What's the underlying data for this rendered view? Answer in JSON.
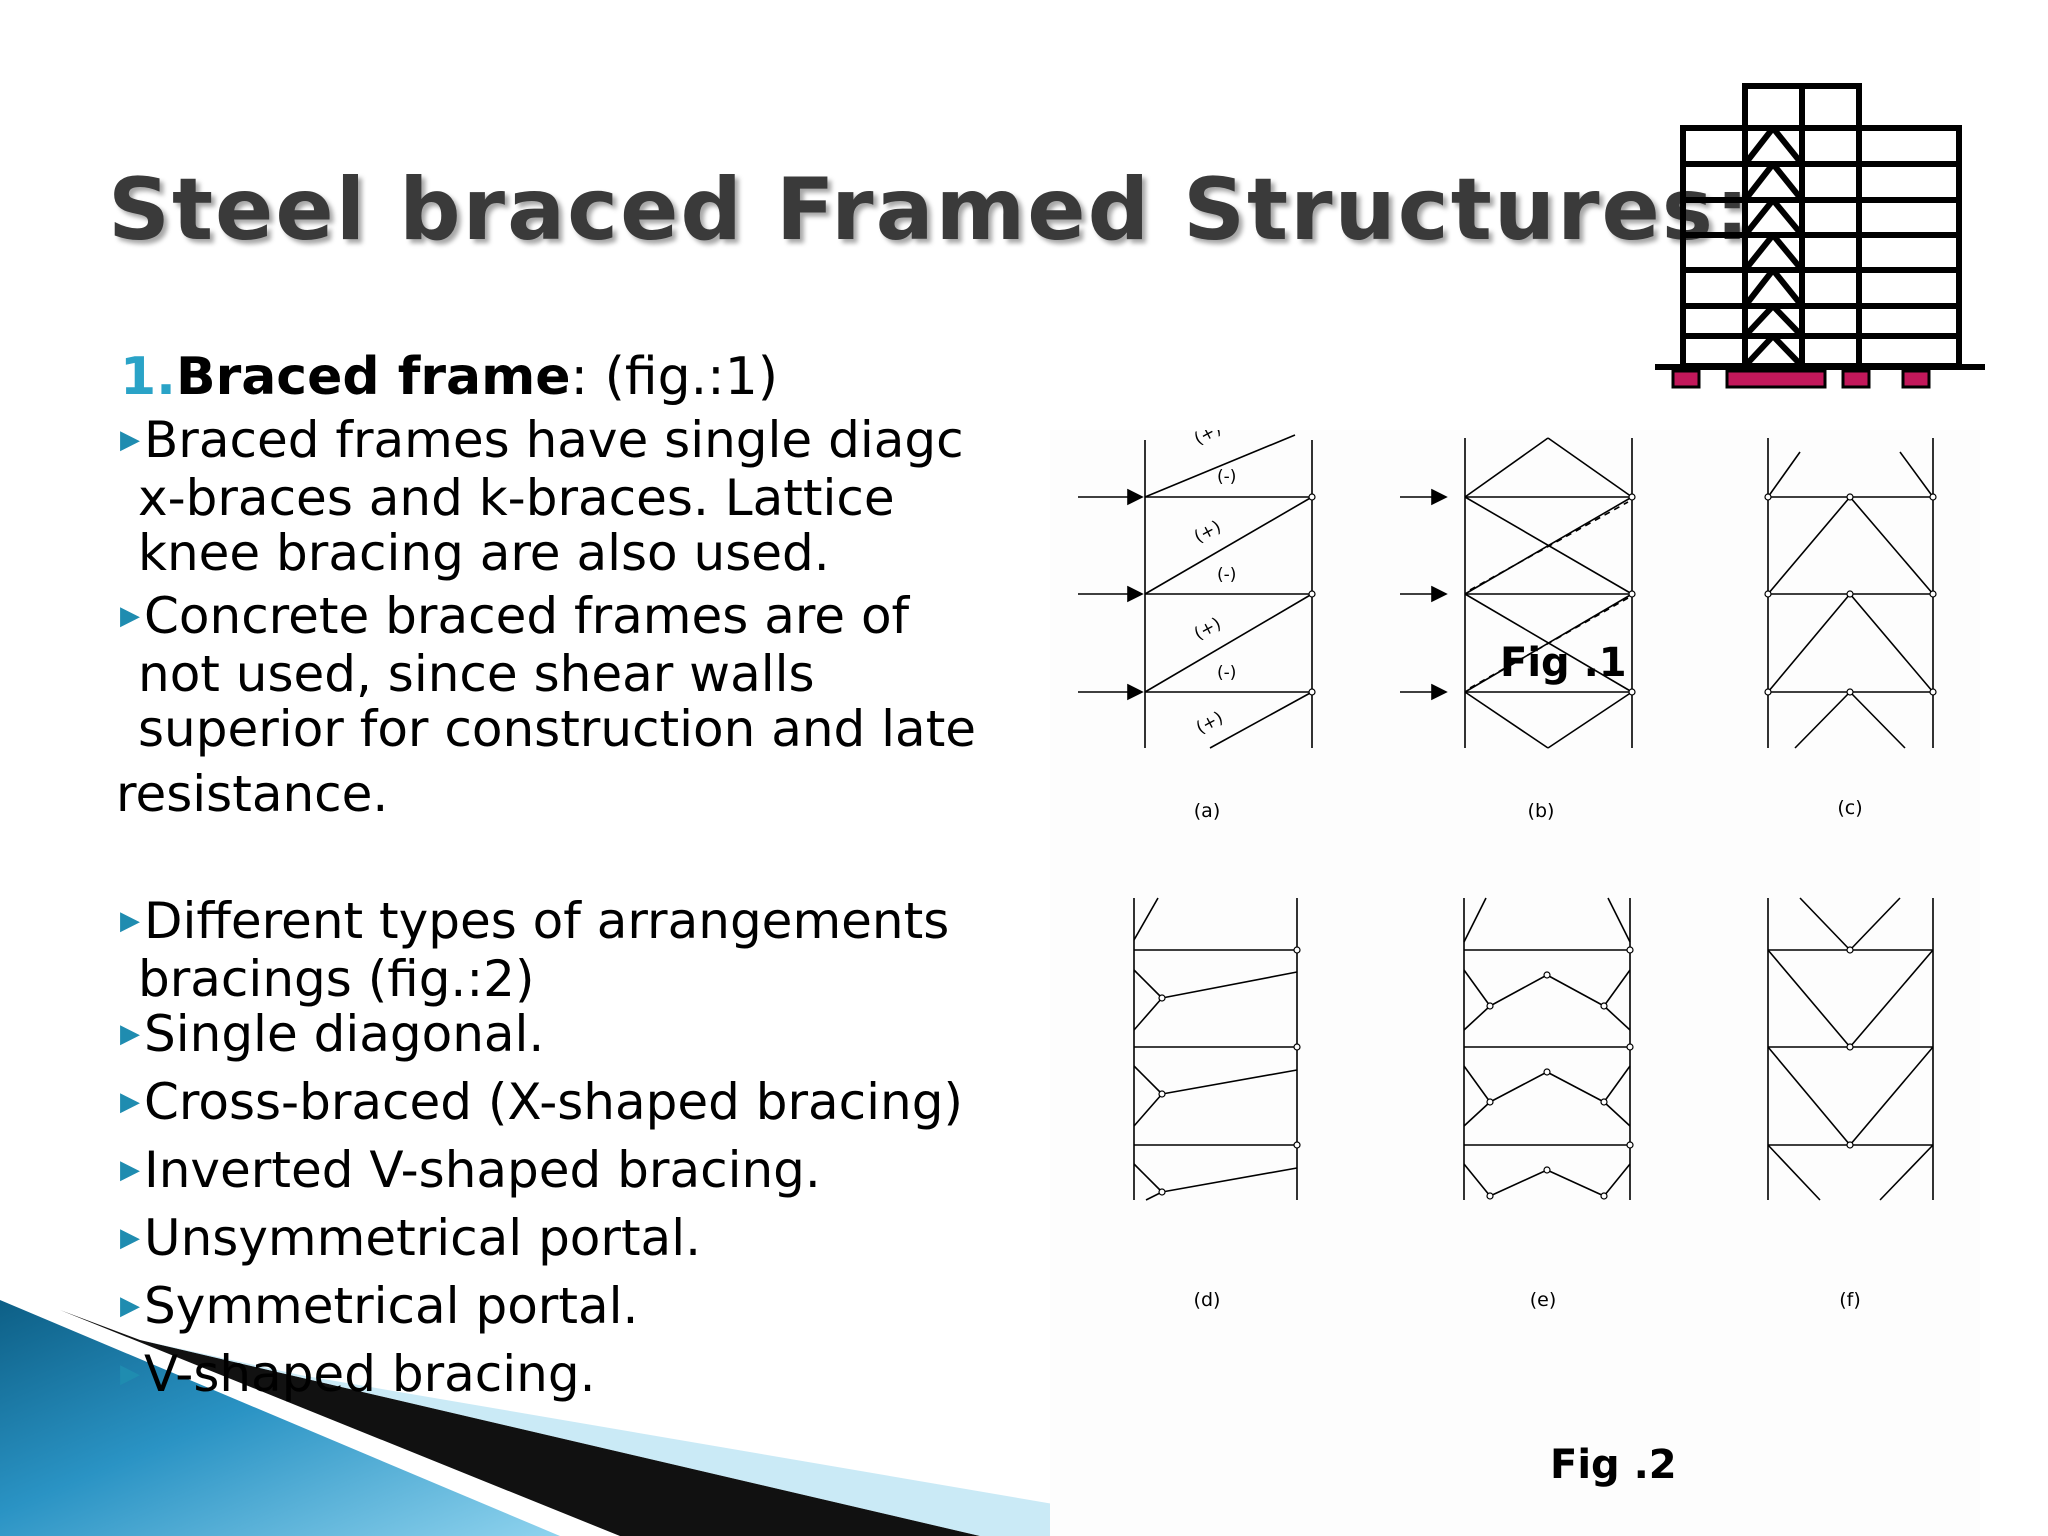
{
  "slide": {
    "title": "Steel braced Framed Structures:",
    "section": {
      "number": "1.",
      "heading": "Braced frame",
      "heading_suffix": ": (fig.:1)"
    },
    "bullets_group1": [
      {
        "lines": [
          "Braced frames have single diagc",
          "x-braces and k-braces. Lattice",
          "knee bracing are also used."
        ]
      },
      {
        "lines": [
          "Concrete braced frames are of",
          "not used, since shear walls",
          "superior for construction and late"
        ]
      }
    ],
    "continuation": "resistance.",
    "bullets_group2": [
      {
        "lines": [
          "Different types of arrangements",
          "bracings (fig.:2)"
        ]
      },
      {
        "lines": [
          "Single diagonal."
        ]
      },
      {
        "lines": [
          "Cross-braced (X-shaped bracing)"
        ]
      },
      {
        "lines": [
          "Inverted V-shaped bracing."
        ]
      },
      {
        "lines": [
          "Unsymmetrical portal."
        ]
      },
      {
        "lines": [
          "Symmetrical portal."
        ]
      },
      {
        "lines": [
          "V-shaped bracing."
        ]
      }
    ],
    "figure": {
      "fig1_label": "Fig .1",
      "fig2_label": "Fig .2",
      "panel_labels": [
        "(a)",
        "(b)",
        "(c)",
        "(d)",
        "(e)",
        "(f)"
      ],
      "force_labels": [
        "(+)",
        "(-)",
        "(+)",
        "(-)",
        "(+)",
        "(-)",
        "(+)"
      ]
    },
    "colors": {
      "accent": "#2aa3c7",
      "bullet": "#1f8cb0",
      "building_base": "#c2185b"
    },
    "icons": [
      "building-icon",
      "bullet-arrow-icon",
      "load-arrow-icon"
    ]
  }
}
